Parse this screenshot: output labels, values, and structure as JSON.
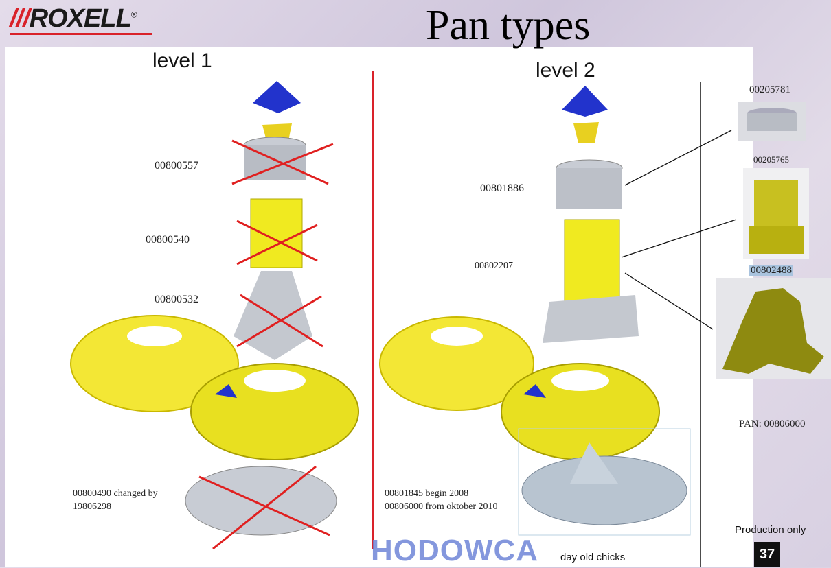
{
  "header": {
    "logo": "ROXELL",
    "title": "Pan types"
  },
  "level1": {
    "label": "level 1",
    "codes": [
      "00800557",
      "00800540",
      "00800532"
    ],
    "note_lines": [
      "00800490 changed by",
      "19806298"
    ]
  },
  "level2": {
    "label": "level 2",
    "codes": [
      "00801886",
      "00802207"
    ],
    "note_lines": [
      "00801845 begin 2008",
      "00806000 from oktober 2010"
    ],
    "caption": "day old chicks"
  },
  "right": {
    "codes": [
      "00205781",
      "00205765",
      "00802488"
    ],
    "pan": "PAN: 00806000",
    "production": "Production only"
  },
  "page_number": "37",
  "watermark": "HODOWCA",
  "colors": {
    "red": "#d9222a",
    "yellow": "#e8e020",
    "blue": "#2233cc",
    "grey": "#b8bcc4"
  }
}
